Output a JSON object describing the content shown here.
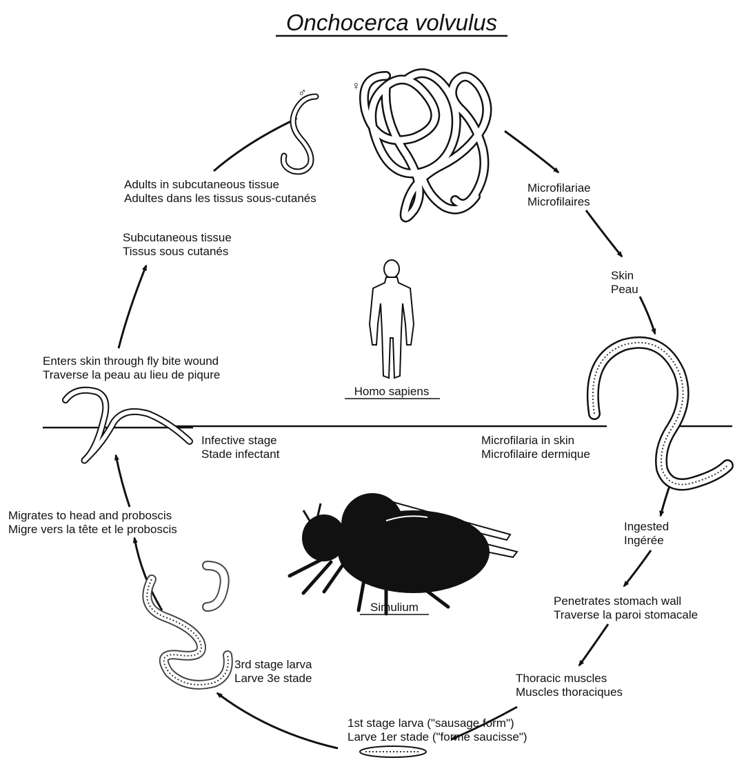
{
  "title": "Onchocerca volvulus",
  "hosts": {
    "human": "Homo sapiens",
    "vector": "Simulium"
  },
  "sex_symbols": {
    "male": "♂",
    "female": "♀"
  },
  "stages": {
    "adults": [
      "Adults in subcutaneous tissue",
      "Adultes dans les tissus sous-cutanés"
    ],
    "microfilariae": [
      "Microfilariae",
      "Microfilaires"
    ],
    "skin": [
      "Skin",
      "Peau"
    ],
    "mf_in_skin": [
      "Microfilaria in skin",
      "Microfilaire dermique"
    ],
    "ingested": [
      "Ingested",
      "Ingérée"
    ],
    "stomach": [
      "Penetrates stomach wall",
      "Traverse la paroi stomacale"
    ],
    "thoracic": [
      "Thoracic muscles",
      "Muscles thoraciques"
    ],
    "first_larva": [
      "1st stage larva (\"sausage form\")",
      "Larve 1er stade (\"forme saucisse\")"
    ],
    "third_larva": [
      "3rd stage larva",
      "Larve 3e stade"
    ],
    "migrates": [
      "Migrates to head and proboscis",
      "Migre vers la tête et le proboscis"
    ],
    "infective": [
      "Infective stage",
      "Stade infectant"
    ],
    "enters_skin": [
      "Enters skin through fly bite wound",
      "Traverse la peau au lieu de piqure"
    ],
    "subcutaneous": [
      "Subcutaneous tissue",
      "Tissus sous cutanés"
    ]
  }
}
